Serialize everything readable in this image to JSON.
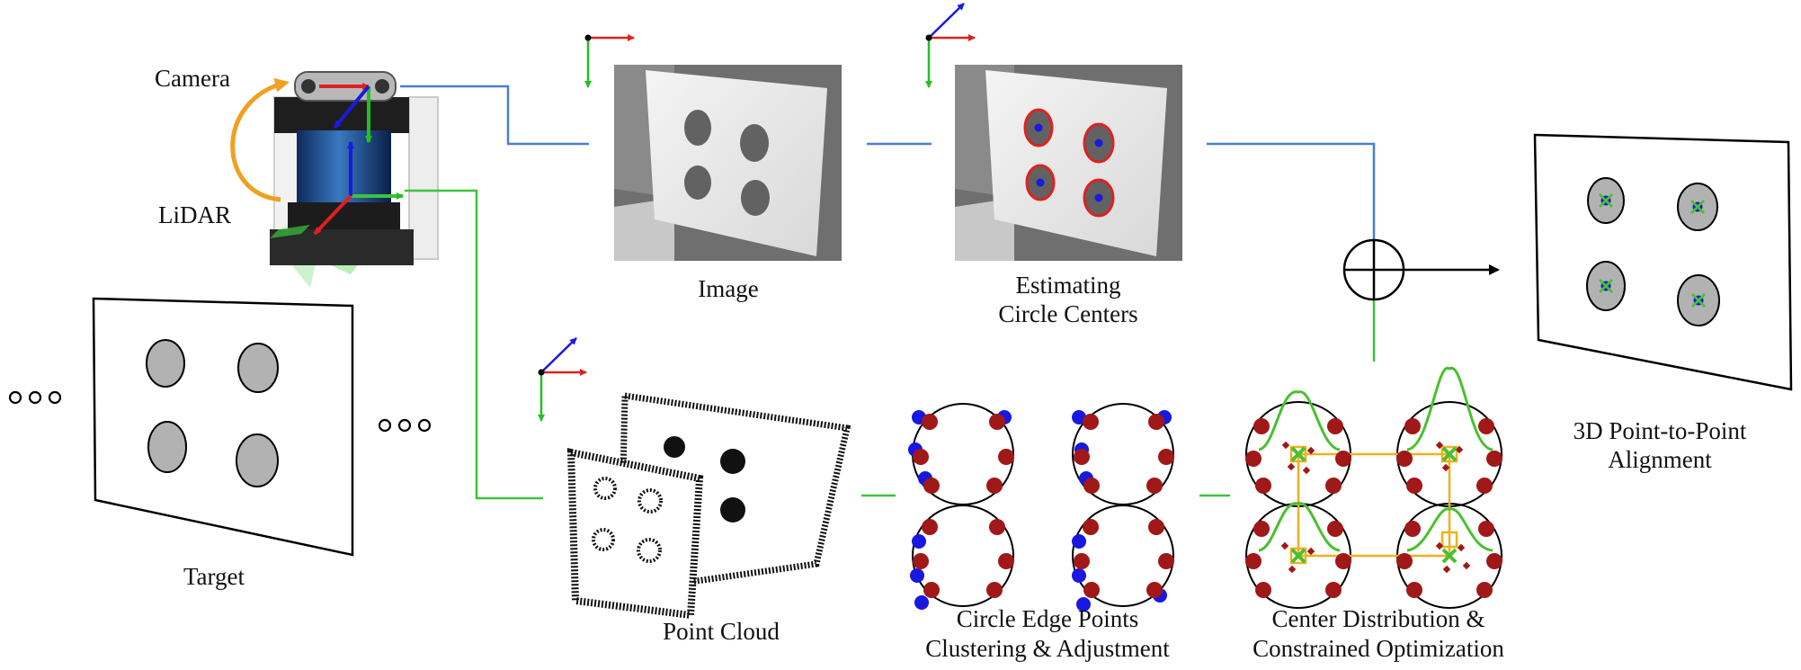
{
  "labels": {
    "camera": "Camera",
    "lidar": "LiDAR",
    "target": "Target",
    "image": "Image",
    "estimating_1": "Estimating",
    "estimating_2": "Circle Centers",
    "point_cloud": "Point Cloud",
    "edge_1": "Circle Edge Points",
    "edge_2": "Clustering & Adjustment",
    "center_1": "Center Distribution &",
    "center_2": "Constrained Optimization",
    "align_1": "3D Point-to-Point",
    "align_2": "Alignment"
  },
  "colors": {
    "camera_link": "#4a7fd0",
    "lidar_link": "#3cc43c",
    "axis_x": "#e02020",
    "axis_y": "#22c022",
    "axis_z": "#1a1ae0",
    "rotation_arrow": "#f0a020",
    "edge_point": "#a01818",
    "outlier_point": "#1818e0",
    "constraint_box": "#f0b020",
    "gaussian": "#4ac030"
  },
  "icons": [
    "camera-lidar-sensor",
    "coordinate-axes",
    "fusion-plus-circle"
  ]
}
